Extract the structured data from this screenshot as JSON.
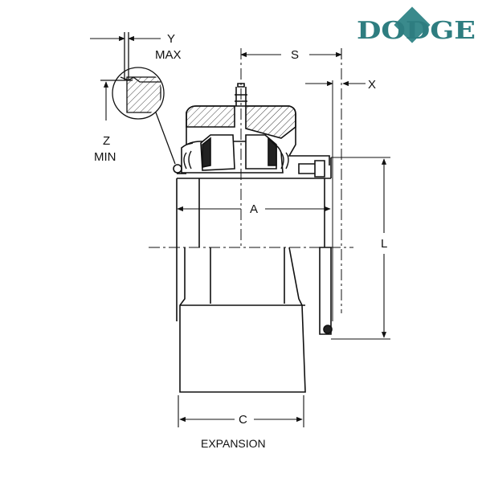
{
  "brand": {
    "name": "DODGE",
    "color": "#2e7d80",
    "diamond_color": "#3a8a8c"
  },
  "labels": {
    "y": "Y",
    "max": "MAX",
    "z": "Z",
    "min": "MIN",
    "s": "S",
    "x": "X",
    "a": "A",
    "l": "L",
    "c": "C",
    "caption": "EXPANSION"
  },
  "colors": {
    "line": "#111111",
    "hatch": "#555555"
  }
}
